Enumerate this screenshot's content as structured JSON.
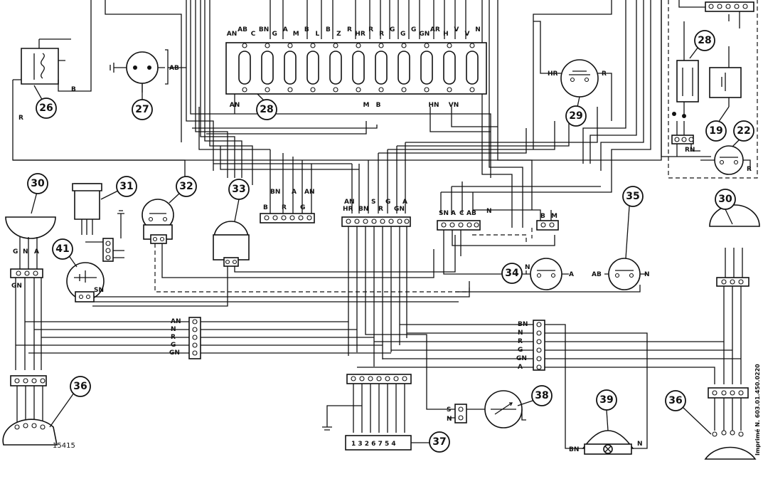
{
  "diagram": {
    "figure_number": "15415",
    "side_note": "Imprimé N. 603.01.450.0220",
    "components": [
      {
        "key": "c26",
        "number": "26"
      },
      {
        "key": "c27",
        "number": "27"
      },
      {
        "key": "c28a",
        "number": "28"
      },
      {
        "key": "c28b",
        "number": "28"
      },
      {
        "key": "c29",
        "number": "29"
      },
      {
        "key": "c19",
        "number": "19"
      },
      {
        "key": "c22",
        "number": "22"
      },
      {
        "key": "c30a",
        "number": "30"
      },
      {
        "key": "c30b",
        "number": "30"
      },
      {
        "key": "c31",
        "number": "31"
      },
      {
        "key": "c32",
        "number": "32"
      },
      {
        "key": "c33",
        "number": "33"
      },
      {
        "key": "c34",
        "number": "34"
      },
      {
        "key": "c35",
        "number": "35"
      },
      {
        "key": "c36a",
        "number": "36"
      },
      {
        "key": "c36b",
        "number": "36"
      },
      {
        "key": "c37",
        "number": "37"
      },
      {
        "key": "c38",
        "number": "38"
      },
      {
        "key": "c39",
        "number": "39"
      },
      {
        "key": "c41",
        "number": "41"
      }
    ],
    "cluster_top_labels": [
      "AN",
      "AB",
      "C",
      "BN",
      "G",
      "A",
      "M",
      "B",
      "L",
      "B",
      "Z",
      "R",
      "HR",
      "R",
      "R",
      "G",
      "G",
      "G",
      "GN",
      "AR",
      "H",
      "V",
      "V",
      "N"
    ],
    "cluster_bottom_labels": [
      "AN",
      "M",
      "B",
      "HN",
      "VN"
    ],
    "wire_labels": [
      {
        "key": "w_b26",
        "text": "B"
      },
      {
        "key": "w_r26",
        "text": "R"
      },
      {
        "key": "w_ab27",
        "text": "AB"
      },
      {
        "key": "w_hr29",
        "text": "HR"
      },
      {
        "key": "w_r29",
        "text": "R"
      },
      {
        "key": "w_c1bn",
        "text": "BN"
      },
      {
        "key": "w_c1a",
        "text": "A"
      },
      {
        "key": "w_c1an",
        "text": "AN"
      },
      {
        "key": "w_c1b",
        "text": "B"
      },
      {
        "key": "w_c1r",
        "text": "R"
      },
      {
        "key": "w_c1g",
        "text": "G"
      },
      {
        "key": "w_c2an",
        "text": "AN"
      },
      {
        "key": "w_c2bn",
        "text": "BN"
      },
      {
        "key": "w_c2s",
        "text": "S"
      },
      {
        "key": "w_c2g",
        "text": "G"
      },
      {
        "key": "w_c2r",
        "text": "R"
      },
      {
        "key": "w_c2gn",
        "text": "GN"
      },
      {
        "key": "w_c2a",
        "text": "A"
      },
      {
        "key": "w_c2hr",
        "text": "HR"
      },
      {
        "key": "w_c3sn",
        "text": "SN"
      },
      {
        "key": "w_c3a",
        "text": "A"
      },
      {
        "key": "w_c3c",
        "text": "C"
      },
      {
        "key": "w_c3ab",
        "text": "AB"
      },
      {
        "key": "w_c3n",
        "text": "N"
      },
      {
        "key": "w_c4b",
        "text": "B"
      },
      {
        "key": "w_c4m",
        "text": "M"
      },
      {
        "key": "w_n34",
        "text": "N"
      },
      {
        "key": "w_a34",
        "text": "A"
      },
      {
        "key": "w_ab35",
        "text": "AB"
      },
      {
        "key": "w_n35",
        "text": "N"
      },
      {
        "key": "w_g30",
        "text": "G"
      },
      {
        "key": "w_n30",
        "text": "N"
      },
      {
        "key": "w_a30",
        "text": "A"
      },
      {
        "key": "w_gn41",
        "text": "GN"
      },
      {
        "key": "w_sn41",
        "text": "SN"
      },
      {
        "key": "w_an_l",
        "text": "AN"
      },
      {
        "key": "w_n_l",
        "text": "N"
      },
      {
        "key": "w_r_l",
        "text": "R"
      },
      {
        "key": "w_g_l",
        "text": "G"
      },
      {
        "key": "w_gn_l",
        "text": "GN"
      },
      {
        "key": "w_bn_r",
        "text": "BN"
      },
      {
        "key": "w_n_r",
        "text": "N"
      },
      {
        "key": "w_r_r",
        "text": "R"
      },
      {
        "key": "w_g_r",
        "text": "G"
      },
      {
        "key": "w_gn_r",
        "text": "GN"
      },
      {
        "key": "w_a_r",
        "text": "A"
      },
      {
        "key": "w_s38",
        "text": "S"
      },
      {
        "key": "w_n38",
        "text": "N"
      },
      {
        "key": "w_bn39",
        "text": "BN"
      },
      {
        "key": "w_n39",
        "text": "N"
      },
      {
        "key": "w_rn22",
        "text": "RN"
      },
      {
        "key": "w_r22",
        "text": "R"
      }
    ],
    "terminal_37": "1 3 2 6 7 5 4"
  }
}
